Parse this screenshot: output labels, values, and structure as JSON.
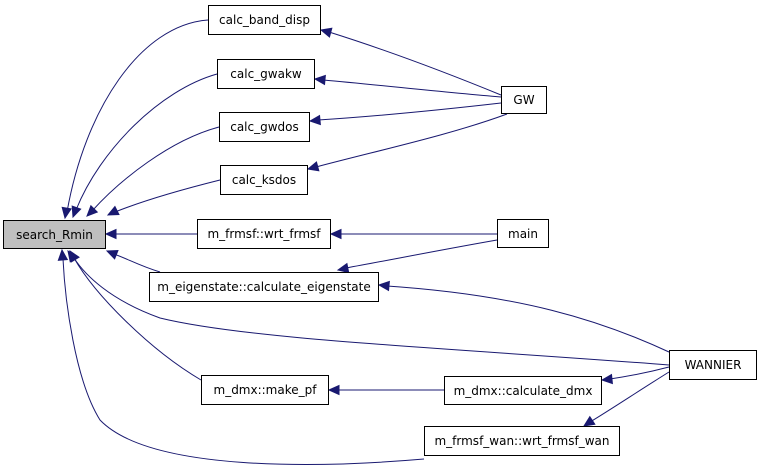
{
  "graph": {
    "edge_color": "#191970",
    "root_fill": "#bfbfbf",
    "nodes": {
      "search_rmin": "search_Rmin",
      "calc_band_disp": "calc_band_disp",
      "calc_gwakw": "calc_gwakw",
      "calc_gwdos": "calc_gwdos",
      "calc_ksdos": "calc_ksdos",
      "wrt_frmsf": "m_frmsf::wrt_frmsf",
      "calculate_eigenstate": "m_eigenstate::calculate_eigenstate",
      "make_pf": "m_dmx::make_pf",
      "wrt_frmsf_wan": "m_frmsf_wan::wrt_frmsf_wan",
      "gw": "GW",
      "main": "main",
      "calculate_dmx": "m_dmx::calculate_dmx",
      "wannier": "WANNIER"
    },
    "edges": [
      [
        "calc_band_disp",
        "search_rmin"
      ],
      [
        "calc_gwakw",
        "search_rmin"
      ],
      [
        "calc_gwdos",
        "search_rmin"
      ],
      [
        "calc_ksdos",
        "search_rmin"
      ],
      [
        "wrt_frmsf",
        "search_rmin"
      ],
      [
        "calculate_eigenstate",
        "search_rmin"
      ],
      [
        "wannier",
        "search_rmin"
      ],
      [
        "make_pf",
        "search_rmin"
      ],
      [
        "wrt_frmsf_wan",
        "search_rmin"
      ],
      [
        "gw",
        "calc_band_disp"
      ],
      [
        "gw",
        "calc_gwakw"
      ],
      [
        "gw",
        "calc_gwdos"
      ],
      [
        "gw",
        "calc_ksdos"
      ],
      [
        "main",
        "wrt_frmsf"
      ],
      [
        "main",
        "calculate_eigenstate"
      ],
      [
        "wannier",
        "calculate_eigenstate"
      ],
      [
        "calculate_dmx",
        "make_pf"
      ],
      [
        "wannier",
        "calculate_dmx"
      ],
      [
        "wannier",
        "wrt_frmsf_wan"
      ]
    ]
  }
}
